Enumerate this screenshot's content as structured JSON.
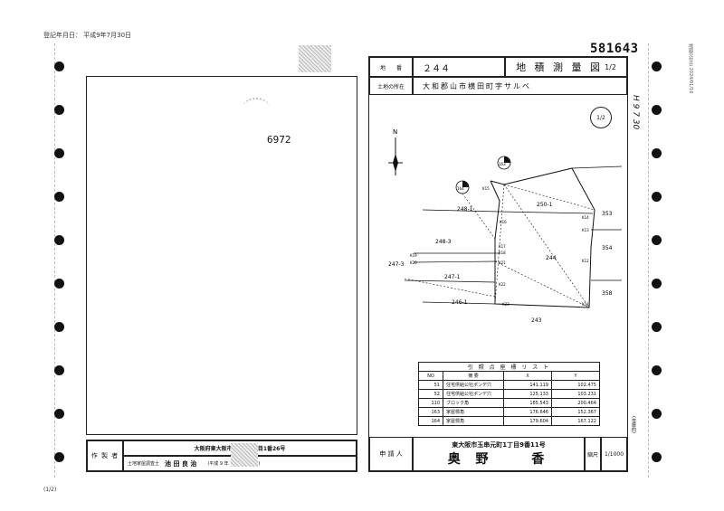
{
  "header": {
    "registration_date": "登記年月日： 平成9年7月30日",
    "doc_number": "581643",
    "page_footer": "(1/2)",
    "side_stamp": "地図交付日 2024/01/16"
  },
  "left_panel": {
    "number": "6972",
    "preparer_label": "作 製 者",
    "preparer_address": "大阪府東大阪市岩田町3丁目1番26号",
    "surveyor_title": "土地家屋調査士",
    "surveyor_name": "池 田 良 治",
    "created_date": "(平成 9 年 7 月29日作製)"
  },
  "right_panel": {
    "lot_label": "地　　番",
    "lot_number": "２４４",
    "title": "地 積 測 量 図",
    "sheet_fraction": "1/2",
    "location_label": "土地の所在",
    "location": "大和郡山市横田町字サルベ",
    "handwritten": "H 9 7 30",
    "page_circle": "1/2",
    "north": "N",
    "applicant_label": "申 請 人",
    "applicant_address": "東大阪市玉串元町1丁目9番11号",
    "applicant_name": "奥 野 　 香",
    "scale_label": "縮尺",
    "scale": "1/1000",
    "side_note": "(在庫的)"
  },
  "survey": {
    "lots": [
      "244",
      "248-1",
      "248-3",
      "247-3",
      "247-1",
      "246-1",
      "250-1",
      "243",
      "353",
      "354",
      "358"
    ],
    "points": [
      "K15",
      "K16",
      "K17",
      "K18",
      "K19",
      "K20",
      "K21",
      "K22",
      "K23",
      "K14",
      "K13",
      "K12",
      "K11",
      "163",
      "164"
    ]
  },
  "ref_table": {
    "caption": "引 照 点 座 標 リ ス ト",
    "headers": [
      "NO",
      "摘 要",
      "X",
      "Y"
    ],
    "rows": [
      [
        "51",
        "住宅供給公社ポンデ穴",
        "141.119",
        "102.475"
      ],
      [
        "52",
        "住宅供給公社ポンデ穴",
        "125.133",
        "103.231"
      ],
      [
        "110",
        "ブロック角",
        "185.543",
        "200.464"
      ],
      [
        "163",
        "家屋標角",
        "176.646",
        "152.367"
      ],
      [
        "164",
        "家屋標角",
        "179.604",
        "167.122"
      ]
    ]
  }
}
